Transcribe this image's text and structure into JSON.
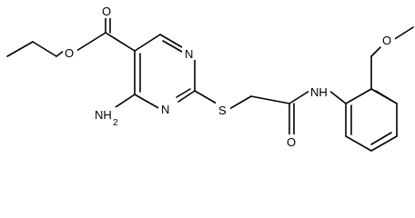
{
  "molecule": {
    "atoms": {
      "o_carbonyl_ester": "O",
      "o_ester": "O",
      "n_ring_top": "N",
      "n_ring_bottom": "N",
      "amine": "NH",
      "amine_h2": "2",
      "sulfur": "S",
      "amide_nh": "NH",
      "amide_o": "O",
      "methoxy_o": "O"
    }
  }
}
